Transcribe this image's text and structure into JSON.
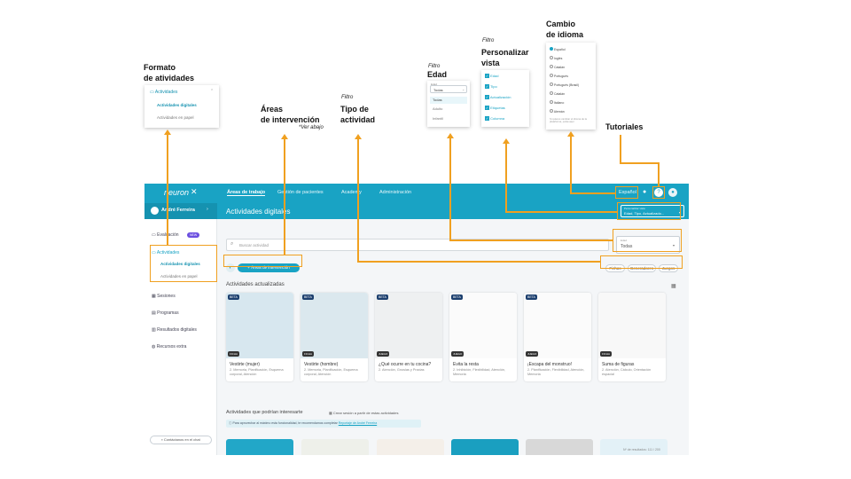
{
  "annotations": {
    "formato": "Formato\nde atividades",
    "areas": "Áreas\nde intervención",
    "areas_note": "*Ver abajo",
    "tipo_pre": "Filtro",
    "tipo": "Tipo de\nactividad",
    "edad_pre": "Filtro",
    "edad": "Edad",
    "vista_pre": "Filtro",
    "vista": "Personalizar\nvista",
    "idioma": "Cambio\nde idioma",
    "tutoriales": "Tutoriales"
  },
  "formato_card": {
    "header": "Actividades",
    "items": [
      "Actividades digitales",
      "Actividades en papel"
    ]
  },
  "edad_card": {
    "label": "Edad",
    "value": "Todas",
    "options": [
      "Todas",
      "Adulto",
      "Infantil"
    ]
  },
  "vista_card": {
    "items": [
      "Edad",
      "Tipo",
      "Actualización",
      "Etiquetas",
      "Columna"
    ]
  },
  "idioma_card": {
    "items": [
      "Español",
      "Inglés",
      "Catalán",
      "Portugués",
      "Portugués (Brasil)",
      "Catalán",
      "Italiano",
      "Alemán"
    ],
    "footer": "Si quieres cambiar el idioma de la plataforma, pulsa aquí"
  },
  "topbar": {
    "logo": "neuron",
    "nav": [
      "Áreas de trabajo",
      "Gestión de pacientes",
      "Academy",
      "Administración"
    ],
    "language": "Español"
  },
  "sidebar": {
    "user": "André Ferreira",
    "items": [
      {
        "label": "Evaluación",
        "badge": "NEW"
      },
      {
        "label": "Actividades"
      },
      {
        "label": "Actividades digitales"
      },
      {
        "label": "Actividades en papel"
      },
      {
        "label": "Sesiones"
      },
      {
        "label": "Programas"
      },
      {
        "label": "Resultados digitales"
      },
      {
        "label": "Recursos extra"
      }
    ],
    "chat": "Contáctanos en el chat"
  },
  "main": {
    "title": "Actividades digitales",
    "view_label": "Personalizar vista",
    "view_value": "Edad, Tipo, Actualizado...",
    "search_placeholder": "Buscar actividad",
    "age_label": "Edad",
    "age_value": "Todas",
    "areas_button": "Áreas de intervención",
    "type_filters": [
      "Fichas",
      "Generadores",
      "Juegos"
    ],
    "section1": "Actividades actualizadas",
    "section2": "Actividades que podrían interesarte",
    "create_session": "Crear sesión a partir de estas actividades",
    "info": "Para aprovechar al máximo esta funcionalidad, te recomendamos completar",
    "info_link": "Reportaje de André Ferreira",
    "pagination": "Nº de resultados: 111 / 200"
  },
  "activities": [
    {
      "title": "Vestirte (mujer)",
      "desc": "2. Memoria, Planificación, Esquema corporal, Atención",
      "beta": "BETA",
      "tag": "FICHA"
    },
    {
      "title": "Vestirte (hombre)",
      "desc": "2. Memoria, Planificación, Esquema corporal, Atención",
      "beta": "BETA",
      "tag": "FICHA"
    },
    {
      "title": "¿Qué ocurre en tu cocina?",
      "desc": "2. Atención, Gnosias y Praxias",
      "beta": "BETA",
      "tag": "JUEGO"
    },
    {
      "title": "Evita la resta",
      "desc": "2. Inhibición, Flexibilidad, Atención, Memoria",
      "beta": "BETA",
      "tag": "JUEGO"
    },
    {
      "title": "¡Escapa del monstruo!",
      "desc": "2. Planificación, Flexibilidad, Atención, Memoria",
      "beta": "BETA",
      "tag": "JUEGO"
    },
    {
      "title": "Suma de figuras",
      "desc": "2. Atención, Cálculo, Orientación espacial",
      "beta": "",
      "tag": "FICHA"
    }
  ],
  "colors": {
    "brand": "#19a3c4",
    "annotation": "#f0a020",
    "beta": "#1c3f6e"
  }
}
